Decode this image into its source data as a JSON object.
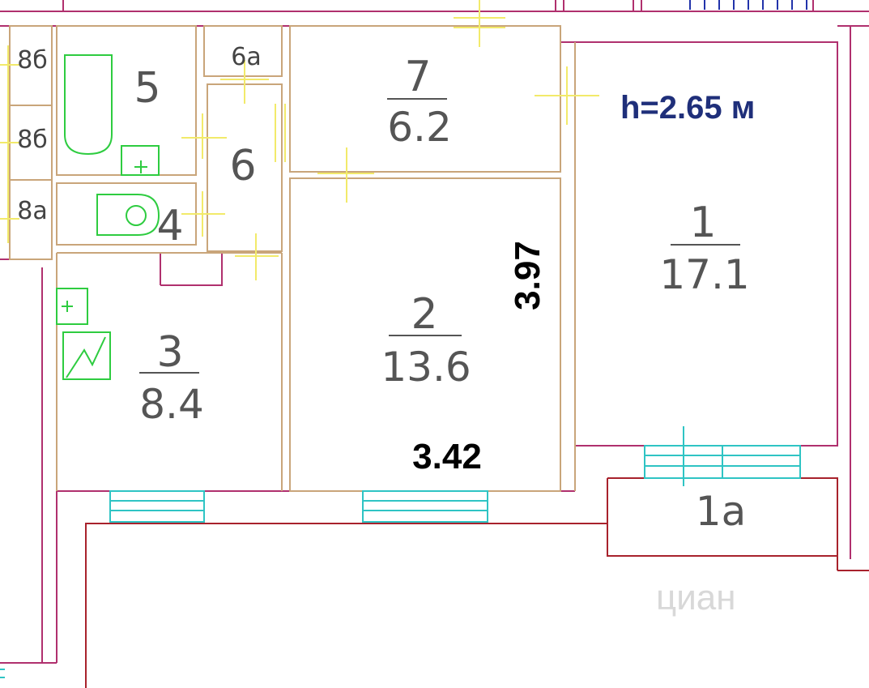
{
  "height_label": "h=2.65 м",
  "dimensions": {
    "height": "3.97",
    "width": "3.42"
  },
  "rooms": [
    {
      "num": "1",
      "area": "17.1"
    },
    {
      "num": "2",
      "area": "13.6"
    },
    {
      "num": "3",
      "area": "8.4"
    },
    {
      "num": "4",
      "area": ""
    },
    {
      "num": "5",
      "area": ""
    },
    {
      "num": "6",
      "area": ""
    },
    {
      "num": "7",
      "area": "6.2"
    }
  ],
  "small_labels": {
    "r6a": "6а",
    "r8b1": "8б",
    "r8b2": "8б",
    "r8a": "8а",
    "r1a": "1а"
  },
  "watermark": "циан"
}
